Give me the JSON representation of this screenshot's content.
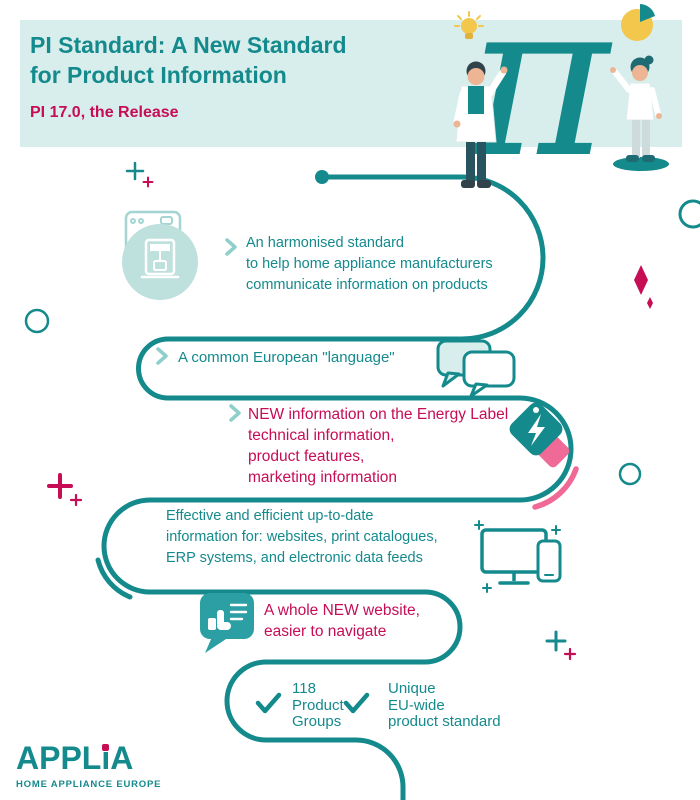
{
  "header": {
    "title_line1": "PI Standard: A New Standard",
    "title_line2": "for Product Information",
    "release": "PI 17.0, the Release"
  },
  "illustration": {
    "pi_symbol": "π"
  },
  "steps": [
    {
      "icon": "washing-machine-and-coffee-machine-icon",
      "color": "teal",
      "lines": [
        "An harmonised standard",
        "to help home appliance manufacturers",
        "communicate information on products"
      ]
    },
    {
      "icon": "speech-bubbles-icon",
      "color": "teal",
      "lines": [
        "A common European \"language\""
      ]
    },
    {
      "icon": "energy-tag-icon",
      "color": "crimson",
      "lines": [
        "NEW information on the Energy Label",
        "technical information,",
        "product features,",
        "marketing information"
      ]
    },
    {
      "icon": "devices-icon",
      "color": "teal",
      "lines": [
        "Effective and efficient up-to-date",
        "information for: websites, print catalogues,",
        "ERP systems, and electronic data feeds"
      ]
    },
    {
      "icon": "thumbs-up-bubble-icon",
      "color": "crimson",
      "lines": [
        "A whole NEW website,",
        "easier to navigate"
      ]
    }
  ],
  "facts": [
    {
      "icon": "check-icon",
      "lines": [
        "118",
        "Product",
        "Groups"
      ]
    },
    {
      "icon": "check-icon",
      "lines": [
        "Unique",
        "EU-wide",
        "product standard"
      ]
    }
  ],
  "logo": {
    "wordmark": "APPLiA",
    "tagline": "Home Appliance Europe"
  },
  "colors": {
    "teal": "#148a8d",
    "mint": "#d8eeec",
    "crimson": "#c60d55",
    "pink": "#ef6a97",
    "light_teal": "#a5d5d2",
    "yellow": "#f2c74b"
  }
}
